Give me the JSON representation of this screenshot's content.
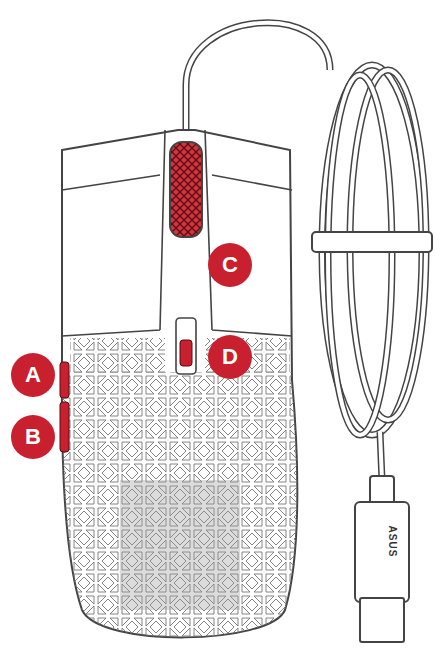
{
  "diagram": {
    "labels": [
      "A",
      "B",
      "C",
      "D",
      "ASUS"
    ]
  }
}
